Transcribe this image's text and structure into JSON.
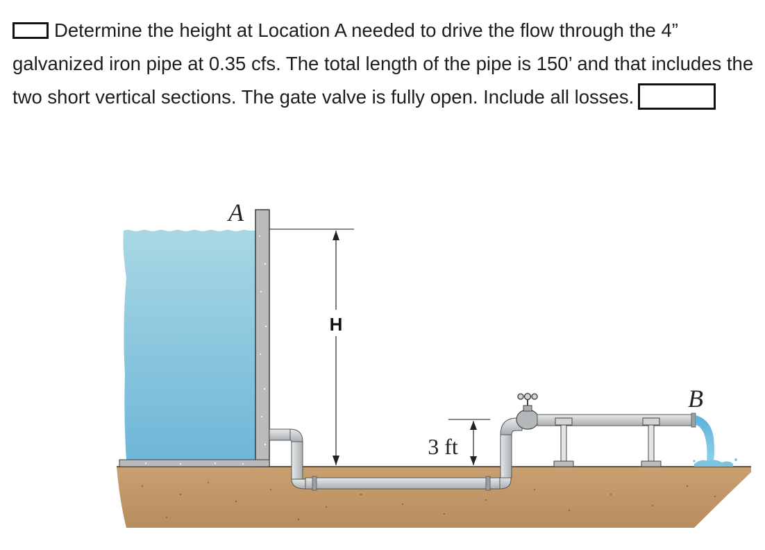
{
  "problem": {
    "text": "Determine the height at Location A needed to drive the flow through the 4” galvanized iron pipe at 0.35 cfs.  The total length of the pipe is 150’ and that includes the two short vertical sections.  The gate valve is fully open.  Include all losses."
  },
  "diagram": {
    "label_a": "A",
    "label_b": "B",
    "label_h": "H",
    "label_3ft": "3 ft"
  },
  "colors": {
    "water_top": "#a8d8e4",
    "water_bottom": "#6fb6d8",
    "ground": "#c49a6c",
    "wall": "#b9bbbc",
    "pipe": "#cfd3d5"
  }
}
